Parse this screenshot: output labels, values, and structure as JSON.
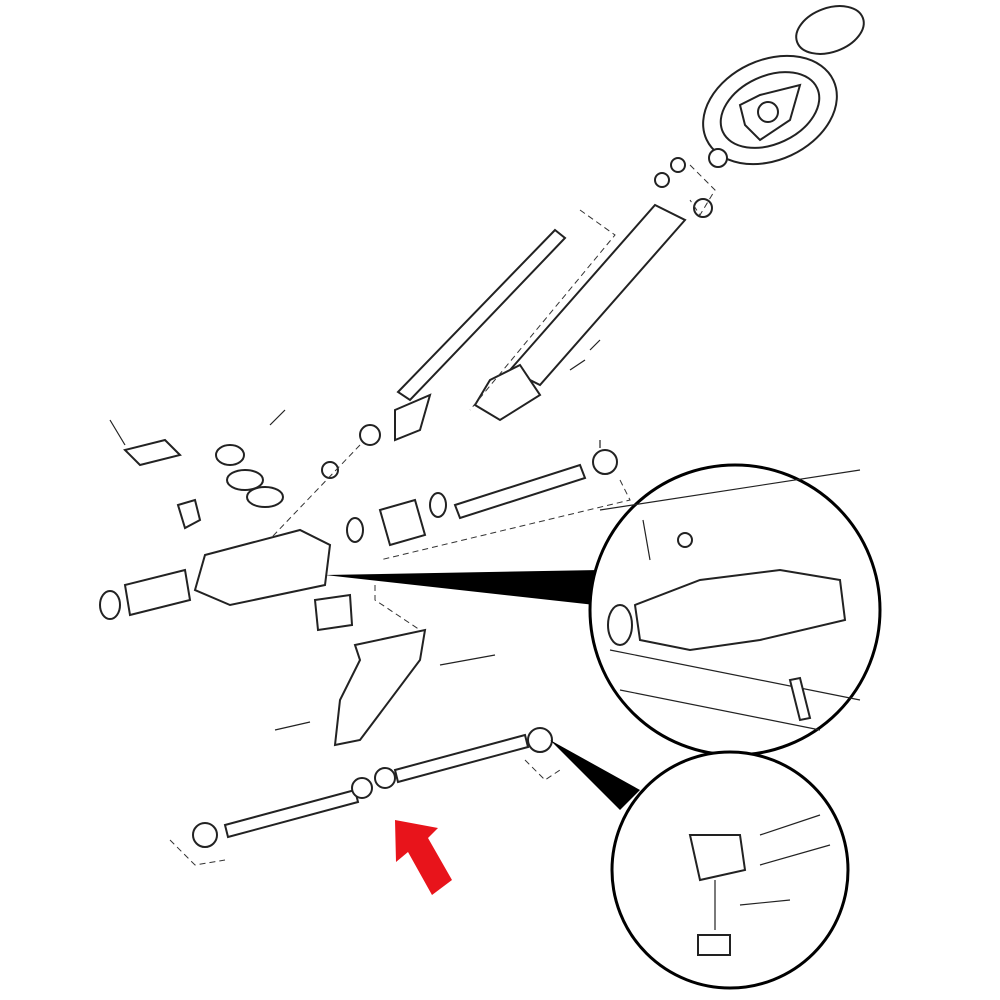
{
  "colors": {
    "line": "#222222",
    "background": "#ffffff",
    "arrow": "#e8141b",
    "callout": "#000000"
  },
  "icons": [
    "steering-wheel",
    "steering-column",
    "steering-gearbox",
    "tie-rod",
    "tie-rod-end",
    "pointer-arrow"
  ]
}
